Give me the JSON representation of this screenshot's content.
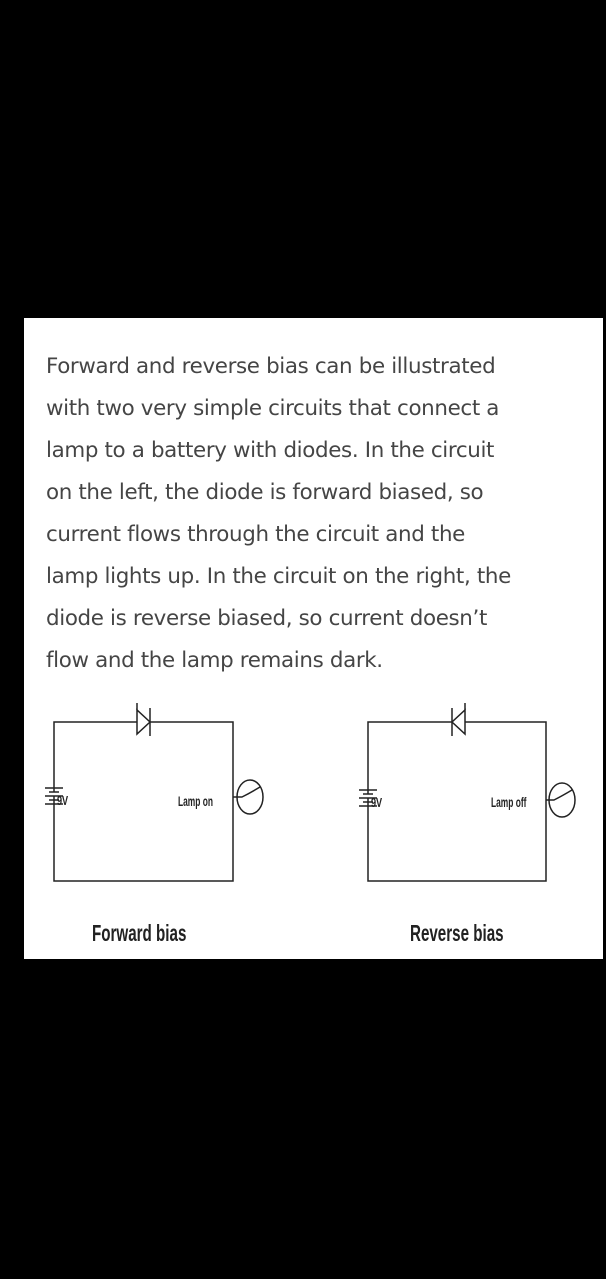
{
  "paragraph": {
    "lines": [
      "Forward and reverse bias can be illustrated",
      "with two very simple circuits that connect a",
      "lamp to a battery with diodes. In the circuit",
      "on the left, the diode is forward biased, so",
      "current flows through the circuit and the",
      "lamp lights up. In the circuit on the right, the",
      "diode is reverse biased, so current doesn’t",
      "flow and the lamp remains dark."
    ]
  },
  "circuits": {
    "left": {
      "battery_label": "9V",
      "lamp_label": "Lamp on",
      "caption": "Forward bias"
    },
    "right": {
      "battery_label": "9V",
      "lamp_label": "Lamp off",
      "caption": "Reverse bias"
    }
  },
  "colors": {
    "background": "#000000",
    "card": "#ffffff",
    "text": "#454545",
    "diagram_line": "#222222"
  }
}
